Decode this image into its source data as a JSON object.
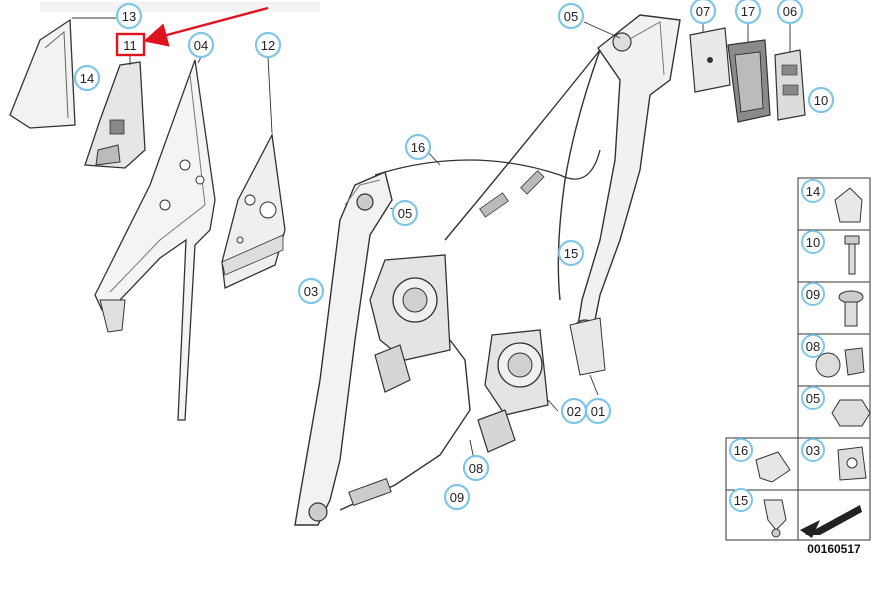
{
  "diagram": {
    "reference_code": "00160517",
    "accent_color": "#e0141e",
    "callout_color": "#7fc6e6",
    "highlighted_callout": "11",
    "main_callouts": {
      "c13": "13",
      "c11": "11",
      "c04": "04",
      "c12": "12",
      "c14": "14",
      "c05_top": "05",
      "c07": "07",
      "c17": "17",
      "c06": "06",
      "c10": "10",
      "c16": "16",
      "c05_mid": "05",
      "c15": "15",
      "c03": "03",
      "c02": "02",
      "c01": "01",
      "c08": "08",
      "c09": "09"
    },
    "legend_cells": {
      "l14": "14",
      "l10": "10",
      "l09": "09",
      "l08": "08",
      "l05": "05",
      "l16": "16",
      "l03": "03",
      "l15": "15"
    }
  }
}
